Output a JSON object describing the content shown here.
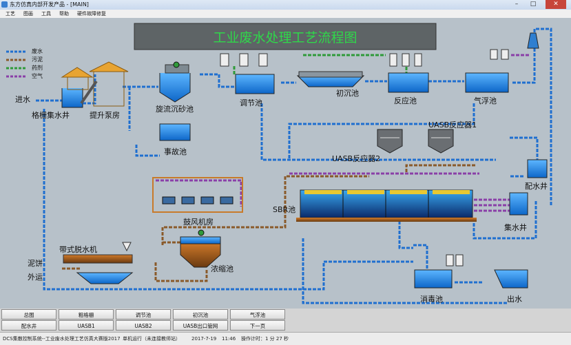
{
  "window": {
    "title": "东方仿真内部开发产品 - [MAIN]",
    "min": "–",
    "max": "□",
    "close": "✕"
  },
  "menu": [
    "工艺",
    "图画",
    "工具",
    "帮助",
    "硬件故障修复"
  ],
  "diagram": {
    "title": "工业废水处理工艺流程图",
    "legend": [
      {
        "label": "废水",
        "color": "#1f6fd0"
      },
      {
        "label": "污泥",
        "color": "#8a5a2a"
      },
      {
        "label": "药剂",
        "color": "#2f9a3a"
      },
      {
        "label": "空气",
        "color": "#8a3fa8"
      }
    ],
    "labels": {
      "inlet": "进水",
      "screen": "格栅集水井",
      "lift": "提升泵房",
      "grit": "旋流沉砂池",
      "adjust": "调节池",
      "primary": "初沉池",
      "reaction": "反应池",
      "flotation": "气浮池",
      "emergency": "事故池",
      "uasb1": "UASB反应器1",
      "uasb2": "UASB反应器2",
      "dist_well": "配水井",
      "blower": "鼓风机房",
      "sbr": "SBR池",
      "collect": "集水井",
      "belt": "带式脱水机",
      "cake1": "泥饼",
      "cake2": "外运",
      "thicken": "浓缩池",
      "disinfect": "消毒池",
      "outlet": "出水"
    }
  },
  "nav": {
    "row1": [
      "总图",
      "粗格栅",
      "调节池",
      "初沉池",
      "气浮池"
    ],
    "row2": [
      "配水井",
      "UASB1",
      "UASB2",
      "UASB出口管网",
      "下一页"
    ]
  },
  "status": {
    "system": "DCS集散控制系统--工业废水处理工艺仿真大赛版2017",
    "mode": "单机运行（未连接教师站）",
    "date": "2017-7-19",
    "time": "11:46",
    "timer": "操作计时：1 分 27 秒"
  },
  "colors": {
    "water": "#1f6fd0",
    "sludge": "#8a5a2a",
    "chem": "#2f9a3a",
    "air": "#8a3fa8",
    "tank": "#1e8fe8",
    "bg": "#b7c1c9"
  }
}
